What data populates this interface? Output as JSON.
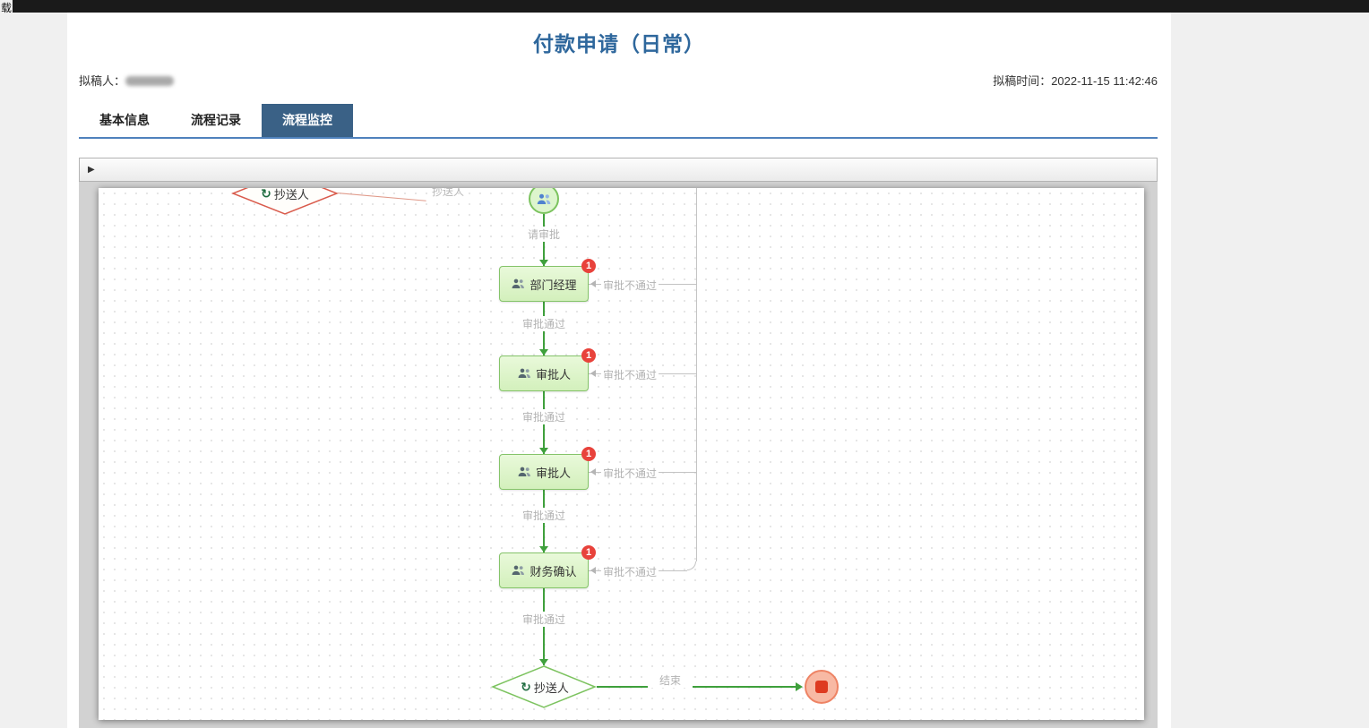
{
  "topbar": {
    "clipped_text": "载"
  },
  "header": {
    "title": "付款申请（日常）",
    "drafter_label": "拟稿人：",
    "draft_time_text": "拟稿时间：2022-11-15 11:42:46"
  },
  "tabs": {
    "basic": "基本信息",
    "record": "流程记录",
    "monitor": "流程监控"
  },
  "icons": {
    "expand": "▶",
    "copy_node": "↻"
  },
  "flow": {
    "top_diamond_label": "抄送人",
    "top_gray_label": "抄送人",
    "start_edge_label": "请审批",
    "pass_label": "审批通过",
    "reject_label": "审批不通过",
    "nodes": [
      {
        "label": "部门经理",
        "badge": "1"
      },
      {
        "label": "审批人",
        "badge": "1"
      },
      {
        "label": "审批人",
        "badge": "1"
      },
      {
        "label": "财务确认",
        "badge": "1"
      }
    ],
    "end_diamond_label": "抄送人",
    "end_edge_label": "结束"
  },
  "colors": {
    "title_blue": "#2e679c",
    "active_tab": "#3a6186",
    "node_green_border": "#85c46a",
    "node_green_fill": "#ddf2c5",
    "badge_red": "#e8423b",
    "arrow_green": "#3fa03c",
    "reject_gray": "#c3c3c3",
    "stop_fill": "#f8b9a4",
    "stop_border": "#ee8364",
    "stop_inner": "#de3a20",
    "top_diamond_border": "#d95b4c"
  }
}
